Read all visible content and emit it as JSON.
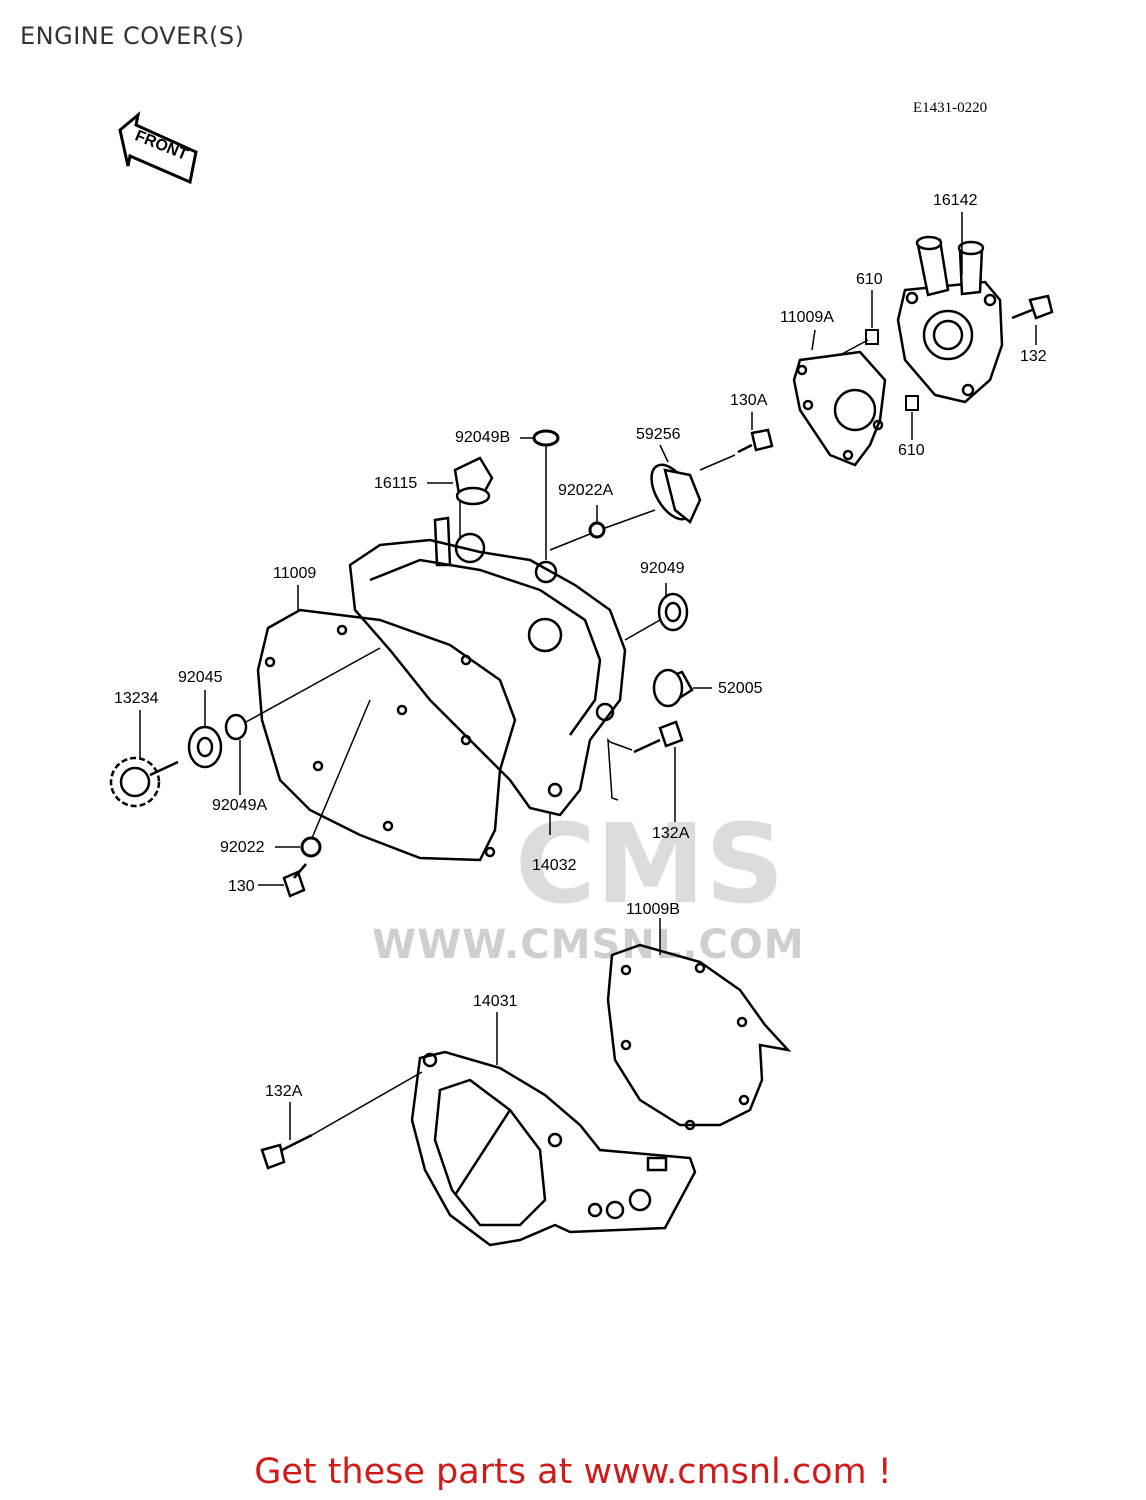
{
  "page": {
    "title": "ENGINE COVER(S)",
    "diagram_code": "E1431-0220",
    "footer": "Get these parts at www.cmsnl.com !"
  },
  "watermark": {
    "logo": "CMS",
    "text": "WWW.CMSNL.COM"
  },
  "front_arrow": {
    "label": "FRONT"
  },
  "parts": [
    {
      "id": "16142",
      "label": "16142"
    },
    {
      "id": "610a",
      "label": "610"
    },
    {
      "id": "11009A",
      "label": "11009A"
    },
    {
      "id": "132",
      "label": "132"
    },
    {
      "id": "130A",
      "label": "130A"
    },
    {
      "id": "610b",
      "label": "610"
    },
    {
      "id": "92049B",
      "label": "92049B"
    },
    {
      "id": "59256",
      "label": "59256"
    },
    {
      "id": "16115",
      "label": "16115"
    },
    {
      "id": "92022A",
      "label": "92022A"
    },
    {
      "id": "11009",
      "label": "11009"
    },
    {
      "id": "92049",
      "label": "92049"
    },
    {
      "id": "92045",
      "label": "92045"
    },
    {
      "id": "52005",
      "label": "52005"
    },
    {
      "id": "13234",
      "label": "13234"
    },
    {
      "id": "92049A",
      "label": "92049A"
    },
    {
      "id": "132A-top",
      "label": "132A"
    },
    {
      "id": "92022",
      "label": "92022"
    },
    {
      "id": "14032",
      "label": "14032"
    },
    {
      "id": "130",
      "label": "130"
    },
    {
      "id": "11009B",
      "label": "11009B"
    },
    {
      "id": "14031",
      "label": "14031"
    },
    {
      "id": "132A-bottom",
      "label": "132A"
    }
  ]
}
